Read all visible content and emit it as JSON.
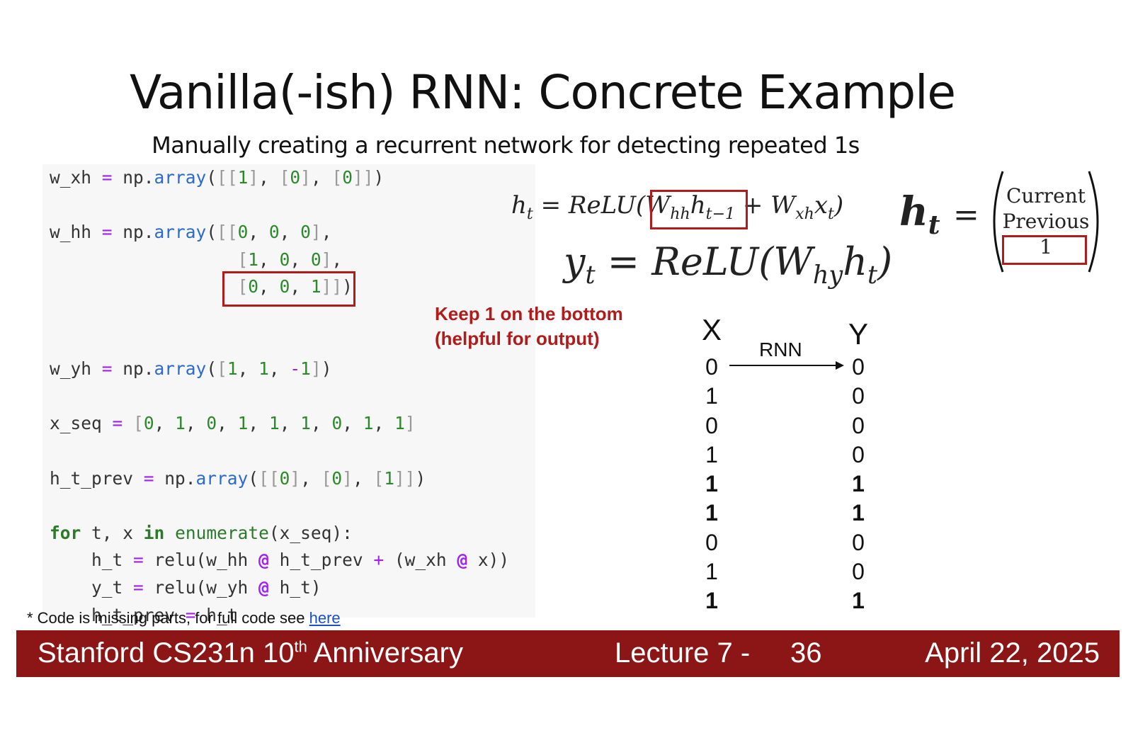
{
  "slide": {
    "title": "Vanilla(-ish) RNN: Concrete Example",
    "subtitle": "Manually creating a recurrent network for detecting repeated 1s"
  },
  "annotation": {
    "line1": "Keep 1 on the bottom",
    "line2": "(helpful for output)"
  },
  "vector": {
    "current": "Current",
    "previous": "Previous",
    "constant": "1"
  },
  "sequence_table": {
    "x_header": "X",
    "y_header": "Y",
    "arrow_label": "RNN",
    "x_values": [
      "0",
      "1",
      "0",
      "1",
      "1",
      "1",
      "0",
      "1",
      "1"
    ],
    "y_values": [
      "0",
      "0",
      "0",
      "0",
      "1",
      "1",
      "0",
      "0",
      "1"
    ]
  },
  "footnote": {
    "text": "* Code is missing parts, for full code see ",
    "link": "here"
  },
  "footer": {
    "course": "Stanford CS231n 10",
    "course_sup": "th",
    "course_tail": " Anniversary",
    "lecture": "Lecture 7 -",
    "page": "36",
    "date": "April 22, 2025"
  },
  "colors": {
    "footer_bg": "#8c1515",
    "highlight_red": "#b01c1c",
    "link_blue": "#1a4fd0"
  }
}
